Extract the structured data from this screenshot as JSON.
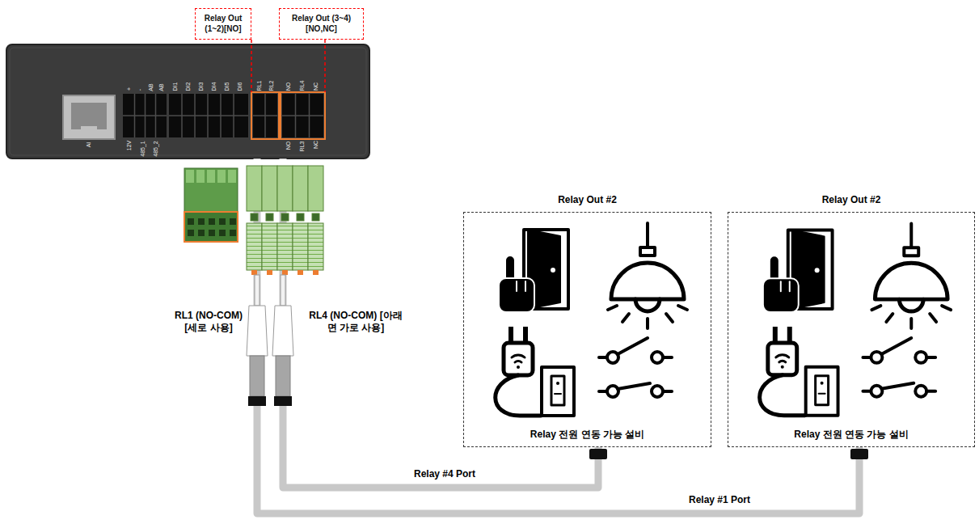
{
  "diagram": {
    "nodes": [
      {
        "text": [
          "Relay Out (1~2)[NO]"
        ]
      },
      {
        "text": [
          "Relay Out (3~4)[NO,NC]"
        ]
      },
      {
        "text": [
          "+",
          "-",
          "AB",
          "AB",
          "DI1",
          "DI2",
          "DI3",
          "DI4",
          "DI5",
          "DI6",
          "RL1",
          "RL2",
          "NO",
          "RL4",
          "NC",
          "AI",
          "12V",
          "485_1",
          "485_2",
          "NO",
          "RL3",
          "NC"
        ]
      },
      {
        "text": [
          "Relay Out #2",
          "Relay 전원 연동 가능 설비"
        ]
      },
      {
        "text": [
          "Relay Out #2",
          "Relay 전원 연동 가능 설비"
        ]
      }
    ],
    "edges": [
      {
        "from": 0,
        "to": 2,
        "arrow": "none"
      },
      {
        "from": 1,
        "to": 2,
        "arrow": "none"
      },
      {
        "from": 2,
        "to": 3,
        "arrow": "none",
        "label": "Relay #4 Port"
      },
      {
        "from": 2,
        "to": 4,
        "arrow": "none",
        "label": "Relay #1 Port"
      }
    ],
    "labels": [
      "RL1 (NO-COM) [세로 사용]",
      "RL4 (NO-COM) [아래면 가로 사용]"
    ]
  }
}
